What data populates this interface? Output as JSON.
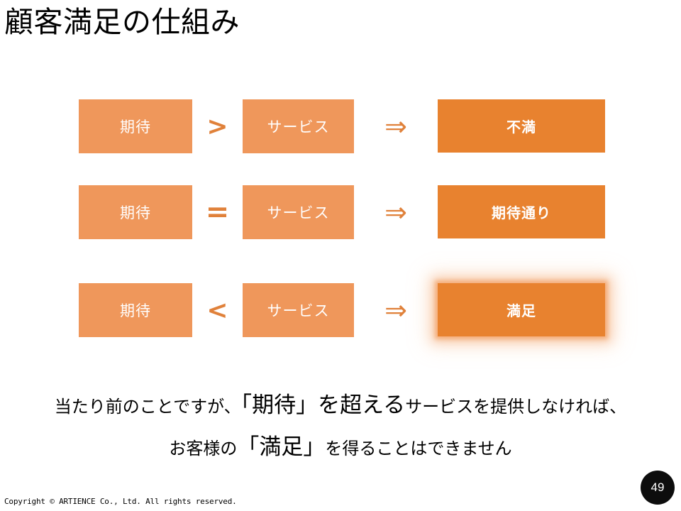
{
  "slide": {
    "title": "顧客満足の仕組み",
    "page_number": "49",
    "copyright": "Copyright © ARTIENCE Co., Ltd. All rights reserved.",
    "colors": {
      "box_light": "#ef975b",
      "box_strong": "#e8822f",
      "operator": "#e0813a",
      "arrow": "#e0813a",
      "text_on_box": "#ffffff",
      "title": "#000000",
      "badge_background": "#0d0d0d",
      "glow": "#f0a055"
    }
  },
  "diagram": {
    "arrow_glyph": "⇒",
    "arrow_icon_name": "double-right-arrow-icon",
    "rows": [
      {
        "left_label": "期待",
        "operator": ">",
        "right_label": "サービス",
        "outcome": "不満",
        "highlighted": false
      },
      {
        "left_label": "期待",
        "operator": "=",
        "right_label": "サービス",
        "outcome": "期待通り",
        "highlighted": false
      },
      {
        "left_label": "期待",
        "operator": "<",
        "right_label": "サービス",
        "outcome": "満足",
        "highlighted": true
      }
    ]
  },
  "caption": {
    "line1_part1": "当たり前のことですが、",
    "line1_emphasis": "「期待」を超える",
    "line1_part2": "サービスを提供しなければ、",
    "line2_part1": "お客様の",
    "line2_emphasis": "「満足」",
    "line2_part2": "を得ることはできません"
  }
}
